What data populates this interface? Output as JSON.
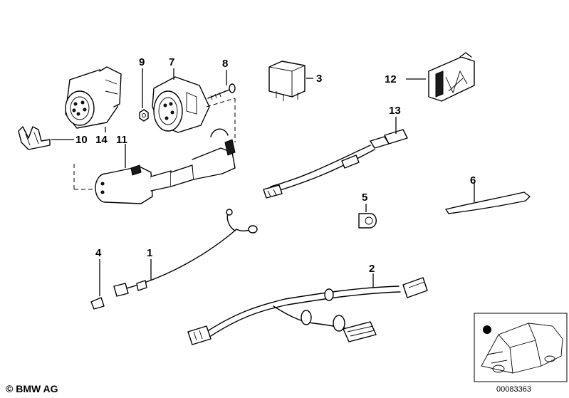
{
  "callouts": {
    "p1": "1",
    "p2": "2",
    "p3": "3",
    "p4": "4",
    "p5": "5",
    "p6": "6",
    "p7": "7",
    "p8": "8",
    "p9": "9",
    "p10": "10",
    "p11": "11",
    "p12": "12",
    "p13": "13",
    "p14": "14"
  },
  "footer": {
    "copyright": "© BMW AG",
    "document_number": "00083363"
  },
  "icons": {
    "car_thumbnail": "car-location-thumbnail-icon",
    "location_marker": "location-dot-icon"
  }
}
